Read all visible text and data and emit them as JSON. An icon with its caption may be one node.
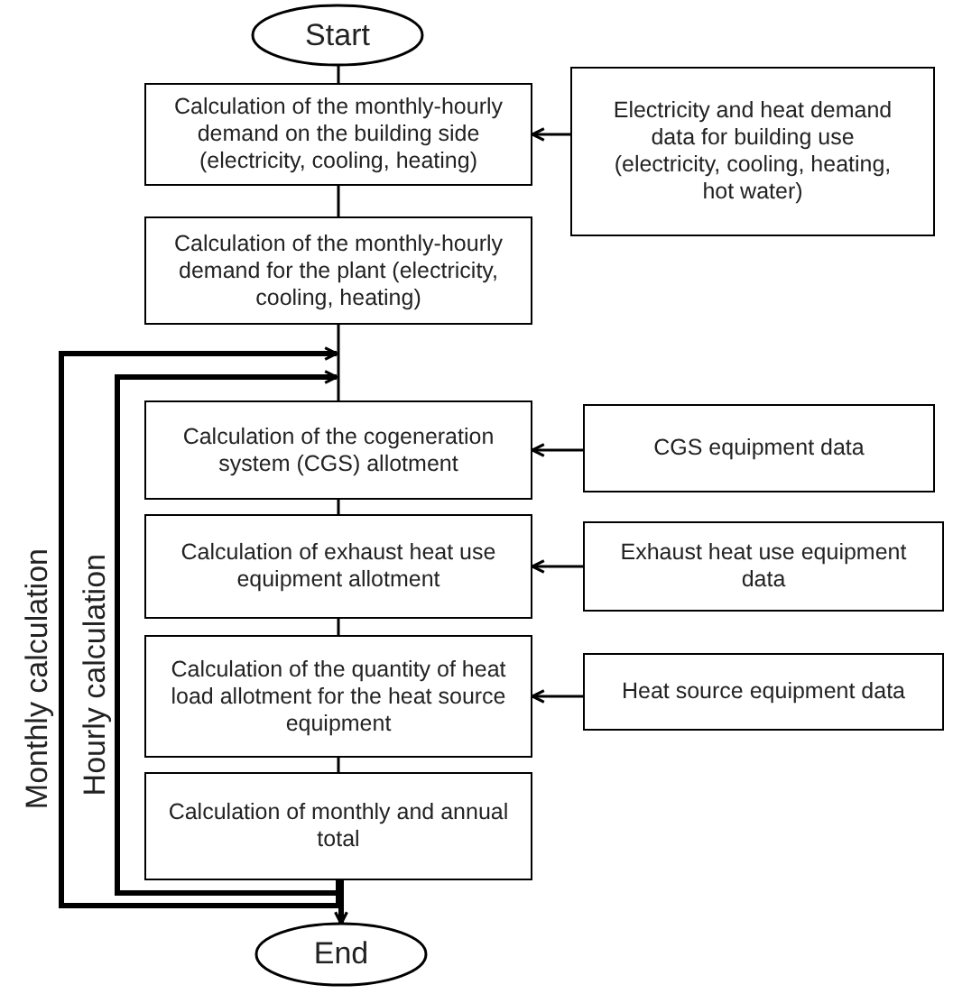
{
  "diagram": {
    "nodes": [
      {
        "text": [
          "Start"
        ]
      },
      {
        "text": [
          "Calculation of the monthly-hourly demand on the building side (electricity, cooling, heating)"
        ]
      },
      {
        "text": [
          "Electricity and heat demand data for building use (electricity, cooling, heating, hot water)"
        ]
      },
      {
        "text": [
          "Calculation of the monthly-hourly demand for the plant (electricity, cooling, heating)"
        ]
      },
      {
        "text": [
          "Calculation of the cogeneration system (CGS) allotment"
        ]
      },
      {
        "text": [
          "CGS equipment data"
        ]
      },
      {
        "text": [
          "Calculation of exhaust heat use equipment allotment"
        ]
      },
      {
        "text": [
          "Exhaust heat use equipment data"
        ]
      },
      {
        "text": [
          "Calculation of the quantity of heat load allotment for the heat source equipment"
        ]
      },
      {
        "text": [
          "Heat source equipment data"
        ]
      },
      {
        "text": [
          "Calculation of monthly and annual total"
        ]
      },
      {
        "text": [
          "End"
        ]
      }
    ],
    "edges": [
      {
        "from": 0,
        "to": 1,
        "arrow": "none"
      },
      {
        "from": 2,
        "to": 1,
        "arrow": "to"
      },
      {
        "from": 1,
        "to": 3,
        "arrow": "none"
      },
      {
        "from": 3,
        "to": 4,
        "arrow": "none"
      },
      {
        "from": 5,
        "to": 4,
        "arrow": "to"
      },
      {
        "from": 4,
        "to": 6,
        "arrow": "none"
      },
      {
        "from": 7,
        "to": 6,
        "arrow": "to"
      },
      {
        "from": 6,
        "to": 8,
        "arrow": "none"
      },
      {
        "from": 9,
        "to": 8,
        "arrow": "to"
      },
      {
        "from": 8,
        "to": 10,
        "arrow": "none"
      },
      {
        "from": 10,
        "to": 11,
        "arrow": "to",
        "style": "thick"
      },
      {
        "from": 10,
        "to": 4,
        "arrow": "to",
        "style": "thick",
        "label": "Monthly calculation"
      },
      {
        "from": 10,
        "to": 4,
        "arrow": "to",
        "style": "thick",
        "label": "Hourly calculation"
      }
    ]
  }
}
